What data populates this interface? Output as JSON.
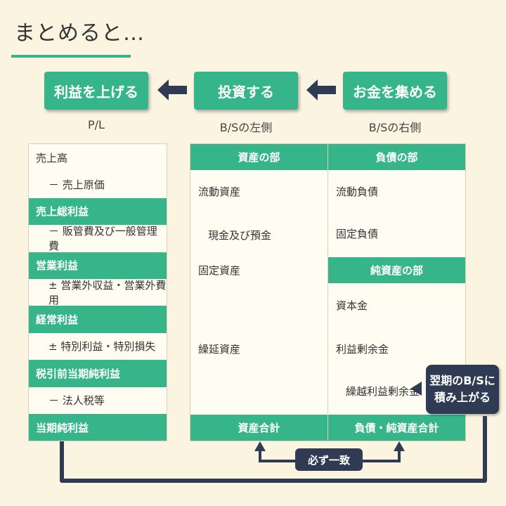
{
  "title": "まとめると…",
  "steps": [
    {
      "label": "利益を上げる",
      "sub": "P/L"
    },
    {
      "label": "投資する",
      "sub": "B/Sの左側"
    },
    {
      "label": "お金を集める",
      "sub": "B/Sの右側"
    }
  ],
  "pl_rows": [
    {
      "text": "売上高",
      "type": "plain"
    },
    {
      "text": "－ 売上原価",
      "type": "indent"
    },
    {
      "text": "売上総利益",
      "type": "hl"
    },
    {
      "text": "－ 販管費及び一般管理費",
      "type": "indent"
    },
    {
      "text": "営業利益",
      "type": "hl"
    },
    {
      "text": "± 営業外収益・営業外費用",
      "type": "indent"
    },
    {
      "text": "経常利益",
      "type": "hl"
    },
    {
      "text": "± 特別利益・特別損失",
      "type": "indent"
    },
    {
      "text": "税引前当期純利益",
      "type": "hl"
    },
    {
      "text": "－ 法人税等",
      "type": "indent"
    },
    {
      "text": "当期純利益",
      "type": "hl"
    }
  ],
  "bs_left": {
    "header": "資産の部",
    "items": [
      "流動資産",
      "現金及び預金",
      "固定資産",
      "繰延資産"
    ],
    "total": "資産合計"
  },
  "bs_right": {
    "header": "負債の部",
    "items": [
      "流動負債",
      "固定負債"
    ],
    "header2": "純資産の部",
    "items2": [
      "資本金",
      "利益剰余金",
      "繰越利益剰余金"
    ],
    "total": "負債・純資産合計"
  },
  "badge": {
    "line1": "翌期のB/Sに",
    "line2": "積み上がる"
  },
  "match_label": "必ず一致",
  "colors": {
    "accent": "#36b58a",
    "dark": "#2f3b52",
    "background": "#fbf4e1"
  }
}
